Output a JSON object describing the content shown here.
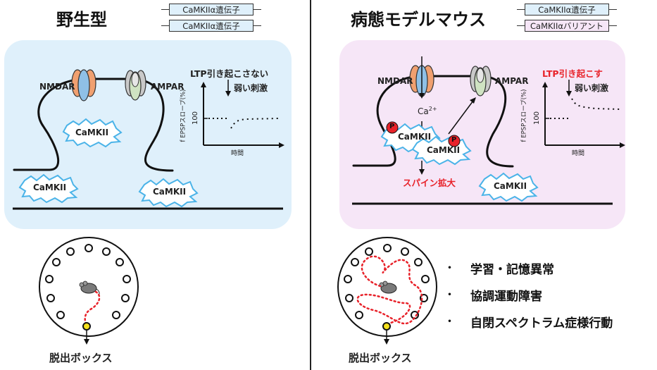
{
  "wild_type": {
    "title": "野生型",
    "genes": [
      "CaMKIIα遺伝子",
      "CaMKIIα遺伝子"
    ],
    "nmdar": "NMDAR",
    "ampar": "AMPAR",
    "camkii_labels": [
      "CaMKII",
      "CaMKII",
      "CaMKII"
    ],
    "ltp_text": "LTP引き起こさない",
    "stim_text": "弱い刺激",
    "y_axis": "f EPSPスロープ(%)",
    "y_tick": "100",
    "x_axis": "時間",
    "exit_box": "脱出ボックス"
  },
  "model": {
    "title": "病態モデルマウス",
    "genes": [
      "CaMKIIα遺伝子",
      "CaMKIIαバリアント"
    ],
    "nmdar": "NMDAR",
    "ampar": "AMPAR",
    "ca": "Ca",
    "ca_sup": "2+",
    "p_label": "P",
    "camkii_labels": [
      "CaMKII",
      "CaMKII",
      "CaMKII"
    ],
    "spine_text": "スパイン拡大",
    "ltp_text": "LTP引き起こす",
    "stim_text": "弱い刺激",
    "y_axis": "f EPSPスロープ(%)",
    "y_tick": "100",
    "x_axis": "時間",
    "exit_box": "脱出ボックス",
    "phenotypes": [
      "学習・記憶異常",
      "協調運動障害",
      "自閉スペクトラム症様行動"
    ],
    "bullet": "・"
  },
  "colors": {
    "wt_panel": "#dff0fb",
    "model_panel": "#f6e6f7",
    "red_text": "#e8222a",
    "nmdar_orange": "#f0a070",
    "nmdar_blue": "#8fc0e6",
    "ampar_grey": "#c9c9c9",
    "ampar_green": "#cfe3c2",
    "camkii_blue": "#4ab3e8"
  }
}
